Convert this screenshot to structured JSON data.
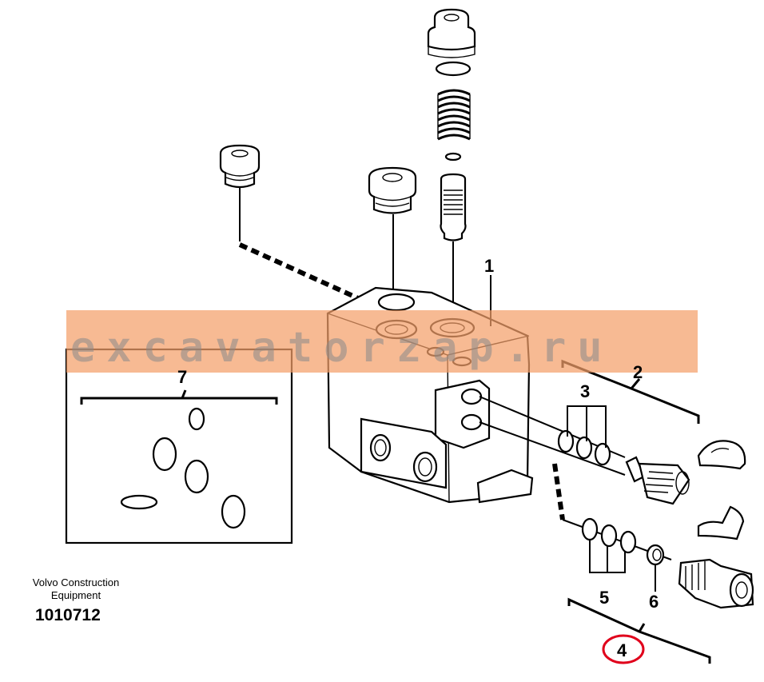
{
  "watermark": {
    "text": "excavatorzap.ru",
    "color": "#f4a06a"
  },
  "brand": {
    "line1": "Volvo Construction",
    "line2": "Equipment"
  },
  "document_number": "1010712",
  "callouts": {
    "c1": "1",
    "c2": "2",
    "c3": "3",
    "c4": "4",
    "c5": "5",
    "c6": "6",
    "c7": "7"
  },
  "highlight_color": "#e0001b"
}
